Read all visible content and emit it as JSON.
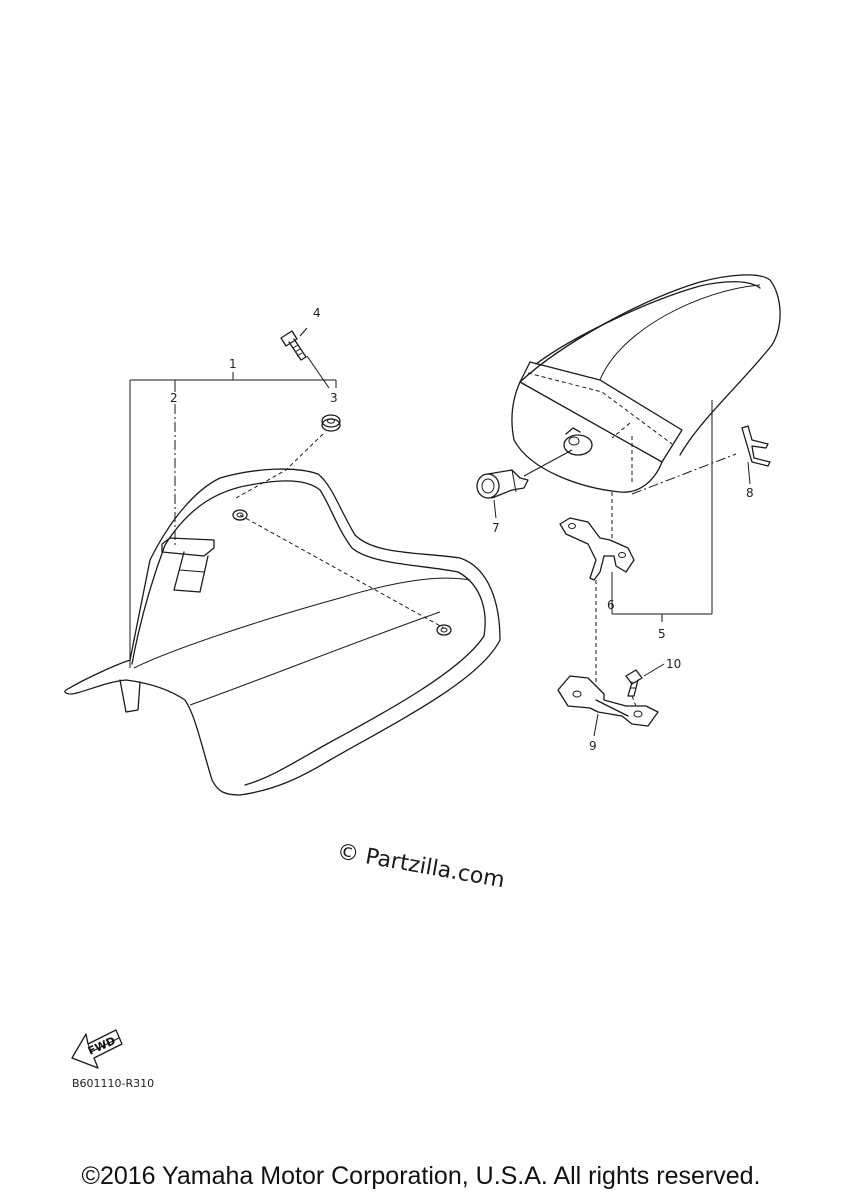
{
  "callouts": {
    "c1": "1",
    "c2": "2",
    "c3": "3",
    "c4": "4",
    "c5": "5",
    "c6": "6",
    "c7": "7",
    "c8": "8",
    "c9": "9",
    "c10": "10"
  },
  "watermark": "© Partzilla.com",
  "fwd_label": "FWD",
  "diagram_code": "B601110-R310",
  "copyright": "©2016 Yamaha Motor Corporation, U.S.A. All rights reserved."
}
